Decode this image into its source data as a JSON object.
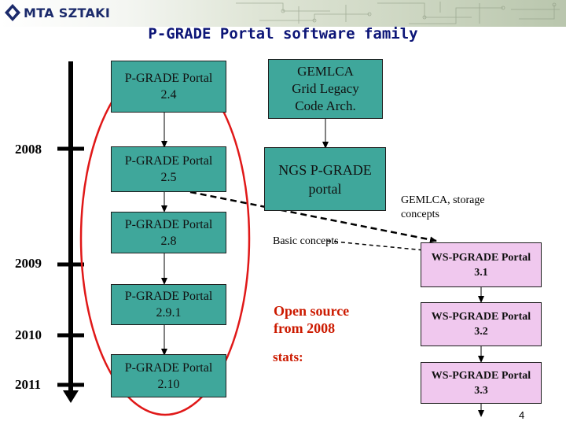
{
  "header": {
    "logo_text": "MTA SZTAKI"
  },
  "title": "P-GRADE Portal software family",
  "timeline": {
    "years": [
      "2008",
      "2009",
      "2010",
      "2011"
    ]
  },
  "portal_boxes": [
    "P-GRADE Portal\n2.4",
    "P-GRADE Portal\n2.5",
    "P-GRADE Portal\n2.8",
    "P-GRADE Portal\n2.9.1",
    "P-GRADE Portal\n2.10"
  ],
  "gemlca_box": "GEMLCA\nGrid Legacy\nCode Arch.",
  "ngs_box": "NGS P-GRADE\nportal",
  "ws_boxes": [
    "WS-PGRADE Portal\n3.1",
    "WS-PGRADE Portal\n3.2",
    "WS-PGRADE Portal\n3.3"
  ],
  "labels": {
    "gemlca_storage": "GEMLCA, storage\nconcepts",
    "basic_concepts": "Basic concepts",
    "open_source": "Open source\nfrom 2008",
    "stats": "stats:"
  },
  "page_number": "4",
  "colors": {
    "portal_box": "#3fa79b",
    "ws_box": "#f0c8ee",
    "title": "#0c1577",
    "highlight_ellipse": "#e01818",
    "open_source_text": "#cc1a00"
  }
}
